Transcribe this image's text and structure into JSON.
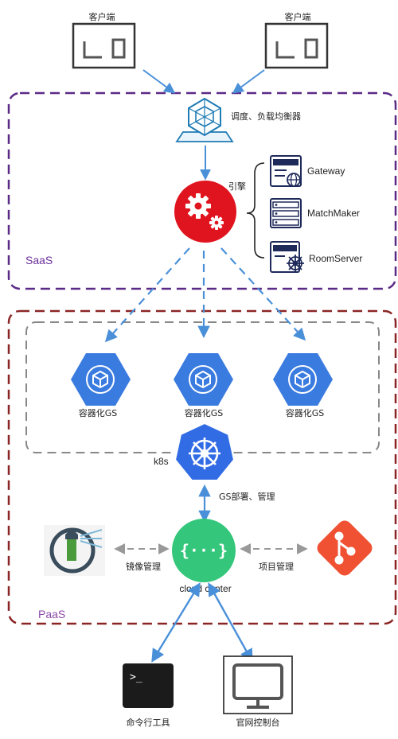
{
  "labels": {
    "client_left": "客户端",
    "client_right": "客户端",
    "scheduler": "调度、负载均衡器",
    "engine": "引擎",
    "gateway": "Gateway",
    "matchmaker": "MatchMaker",
    "roomserver": "RoomServer",
    "saas": "SaaS",
    "gs1": "容器化GS",
    "gs2": "容器化GS",
    "gs3": "容器化GS",
    "k8s": "k8s",
    "gs_deploy": "GS部署、管理",
    "image_mgmt": "镜像管理",
    "cloud_center": "cloud center",
    "cloud_glyph": "{···}",
    "project_mgmt": "项目管理",
    "paas": "PaaS",
    "cli": "命令行工具",
    "console": "官网控制台",
    "terminal_prompt": ">_"
  },
  "colors": {
    "saas_border": "#5b2a86",
    "paas_border": "#8b2525",
    "cluster_border": "#888888",
    "arrow": "#4a90d9",
    "engine": "#e0141e",
    "gs_hex": "#3a7be0",
    "k8s": "#326ce5",
    "cloud": "#34c77b",
    "git": "#f05133"
  }
}
